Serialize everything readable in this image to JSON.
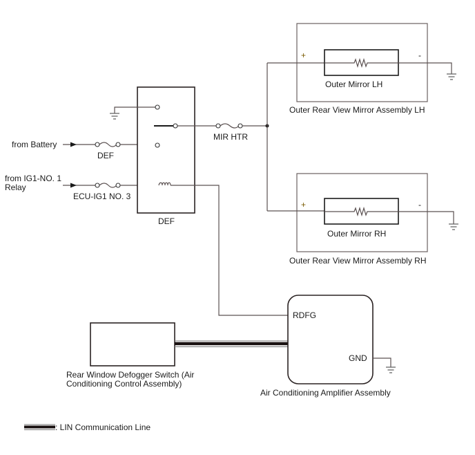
{
  "diagram": {
    "type": "wiring-diagram",
    "sources": {
      "battery": "from Battery",
      "ig1_relay_line1": "from IG1-NO. 1",
      "ig1_relay_line2": "Relay"
    },
    "fuses": {
      "def": "DEF",
      "ecu_ig1": "ECU-IG1 NO. 3",
      "mir_htr": "MIR HTR"
    },
    "relay": {
      "label": "DEF"
    },
    "mirror_lh": {
      "component": "Outer Mirror LH",
      "assembly": "Outer Rear View Mirror Assembly LH",
      "plus": "+",
      "minus": "-"
    },
    "mirror_rh": {
      "component": "Outer Mirror RH",
      "assembly": "Outer Rear View Mirror Assembly RH",
      "plus": "+",
      "minus": "-"
    },
    "amplifier": {
      "label": "Air Conditioning Amplifier Assembly",
      "pin_rdfg": "RDFG",
      "pin_gnd": "GND"
    },
    "switch": {
      "label_line1": "Rear Window Defogger Switch (Air",
      "label_line2": "Conditioning Control Assembly)"
    },
    "legend": {
      "lin": ": LIN Communication Line"
    }
  }
}
